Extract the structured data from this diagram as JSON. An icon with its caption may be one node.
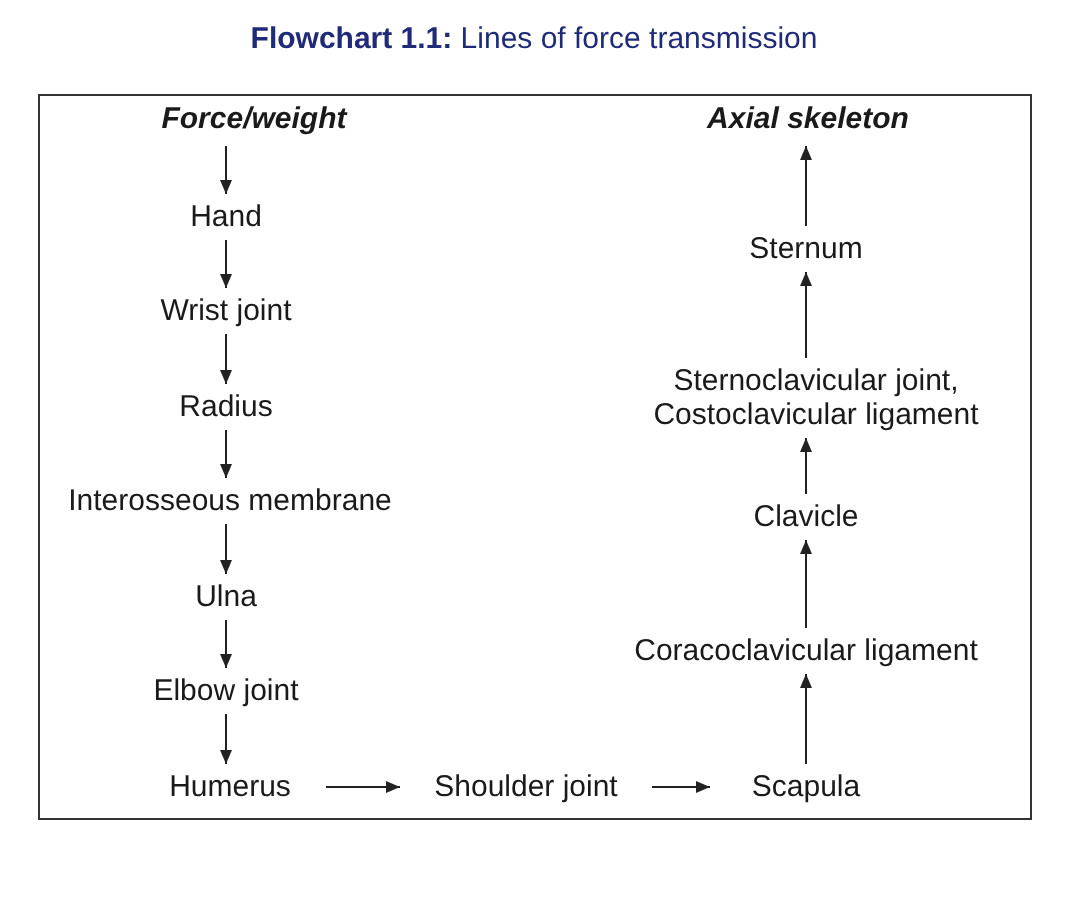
{
  "diagram": {
    "title": "**Flowchart 1.1:** Lines of force transmission",
    "nodes": [
      {
        "text": [
          "Force/weight"
        ]
      },
      {
        "text": [
          "Hand"
        ]
      },
      {
        "text": [
          "Wrist joint"
        ]
      },
      {
        "text": [
          "Radius"
        ]
      },
      {
        "text": [
          "Interosseous membrane"
        ]
      },
      {
        "text": [
          "Ulna"
        ]
      },
      {
        "text": [
          "Elbow joint"
        ]
      },
      {
        "text": [
          "Humerus"
        ]
      },
      {
        "text": [
          "Shoulder joint"
        ]
      },
      {
        "text": [
          "Scapula"
        ]
      },
      {
        "text": [
          "Coracoclavicular ligament"
        ]
      },
      {
        "text": [
          "Clavicle"
        ]
      },
      {
        "text": [
          "Sternoclavicular joint, Costoclavicular ligament"
        ]
      },
      {
        "text": [
          "Sternum"
        ]
      },
      {
        "text": [
          "Axial skeleton"
        ]
      }
    ],
    "edges": [
      {
        "from": 0,
        "to": 1,
        "arrow": "to"
      },
      {
        "from": 1,
        "to": 2,
        "arrow": "to"
      },
      {
        "from": 2,
        "to": 3,
        "arrow": "to"
      },
      {
        "from": 3,
        "to": 4,
        "arrow": "to"
      },
      {
        "from": 4,
        "to": 5,
        "arrow": "to"
      },
      {
        "from": 5,
        "to": 6,
        "arrow": "to"
      },
      {
        "from": 6,
        "to": 7,
        "arrow": "to"
      },
      {
        "from": 7,
        "to": 8,
        "arrow": "to"
      },
      {
        "from": 8,
        "to": 9,
        "arrow": "to"
      },
      {
        "from": 9,
        "to": 10,
        "arrow": "to"
      },
      {
        "from": 10,
        "to": 11,
        "arrow": "to"
      },
      {
        "from": 11,
        "to": 12,
        "arrow": "to"
      },
      {
        "from": 12,
        "to": 13,
        "arrow": "to"
      },
      {
        "from": 13,
        "to": 14,
        "arrow": "to"
      }
    ]
  }
}
